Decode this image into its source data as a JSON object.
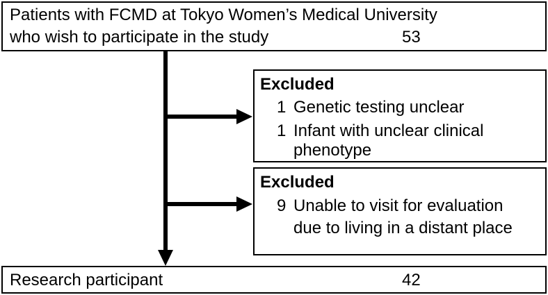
{
  "top_box": {
    "line1": "Patients with FCMD at Tokyo Women’s Medical University",
    "line2": "who wish to participate in the study",
    "count": "53"
  },
  "excluded_box_1": {
    "heading": "Excluded",
    "items": [
      {
        "count": "1",
        "text_lines": [
          "Genetic testing unclear"
        ]
      },
      {
        "count": "1",
        "text_lines": [
          "Infant with unclear clinical",
          "phenotype"
        ]
      }
    ]
  },
  "excluded_box_2": {
    "heading": "Excluded",
    "items": [
      {
        "count": "9",
        "text_lines": [
          "Unable to visit for evaluation",
          "due to living in a distant place"
        ]
      }
    ]
  },
  "bottom_box": {
    "label": "Research participant",
    "count": "42"
  }
}
